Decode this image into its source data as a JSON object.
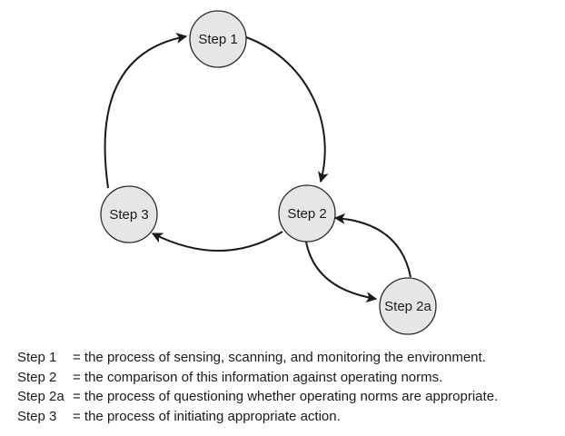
{
  "diagram": {
    "nodes": [
      {
        "id": "step1",
        "label": "Step 1"
      },
      {
        "id": "step2",
        "label": "Step 2"
      },
      {
        "id": "step3",
        "label": "Step 3"
      },
      {
        "id": "step2a",
        "label": "Step 2a"
      }
    ],
    "edges": [
      {
        "from": "step1",
        "to": "step2"
      },
      {
        "from": "step2",
        "to": "step3"
      },
      {
        "from": "step3",
        "to": "step1"
      },
      {
        "from": "step2",
        "to": "step2a"
      },
      {
        "from": "step2a",
        "to": "step2"
      }
    ],
    "colors": {
      "node_fill": "#e6e6e6",
      "stroke": "#1a1a1a"
    }
  },
  "legend": [
    {
      "term": "Step 1",
      "definition": "= the process of sensing, scanning, and monitoring the environment."
    },
    {
      "term": "Step 2",
      "definition": "= the comparison of this information against operating norms."
    },
    {
      "term": "Step 2a",
      "definition": "= the process of questioning whether operating norms are appropriate."
    },
    {
      "term": "Step 3",
      "definition": "= the process of initiating appropriate action."
    }
  ]
}
